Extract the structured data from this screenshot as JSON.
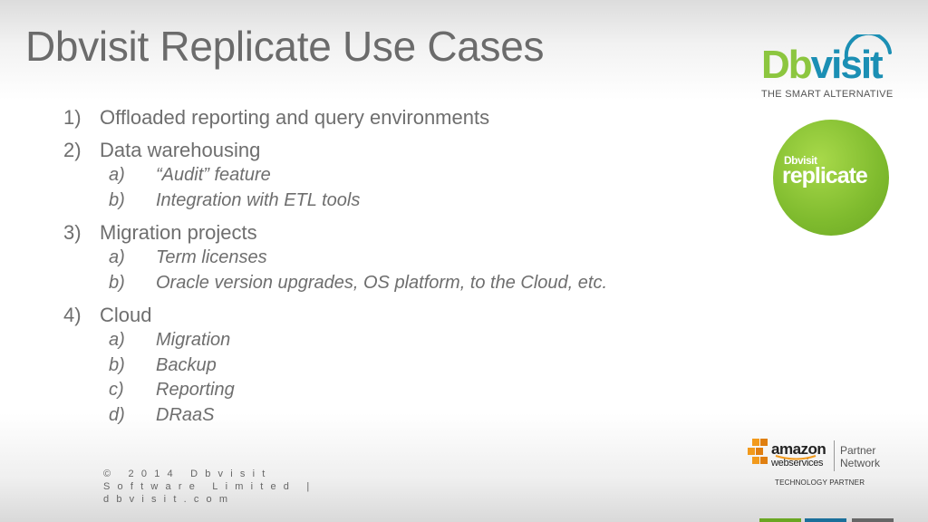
{
  "slide": {
    "title": "Dbvisit Replicate Use Cases",
    "items": [
      {
        "num": "1)",
        "text": "Offloaded reporting and query environments",
        "subs": []
      },
      {
        "num": "2)",
        "text": "Data warehousing",
        "subs": [
          {
            "letter": "a)",
            "text": "“Audit” feature"
          },
          {
            "letter": "b)",
            "text": "Integration with ETL tools"
          }
        ]
      },
      {
        "num": "3)",
        "text": "Migration projects",
        "subs": [
          {
            "letter": "a)",
            "text": "Term licenses"
          },
          {
            "letter": "b)",
            "text": "Oracle version upgrades, OS platform, to the Cloud, etc."
          }
        ]
      },
      {
        "num": "4)",
        "text": "Cloud",
        "subs": [
          {
            "letter": "a)",
            "text": "Migration"
          },
          {
            "letter": "b)",
            "text": "Backup"
          },
          {
            "letter": "c)",
            "text": "Reporting"
          },
          {
            "letter": "d)",
            "text": "DRaaS"
          }
        ]
      }
    ]
  },
  "logo": {
    "word_db": "Db",
    "word_visit": "visit",
    "tagline": "THE SMART ALTERNATIVE",
    "brand_green": "#8cc63f",
    "brand_blue": "#1b8fb4"
  },
  "badge": {
    "small": "Dbvisit",
    "big": "replicate",
    "color": "#7fbb2e"
  },
  "aws": {
    "amazon": "amazon",
    "webservices": "webservices",
    "partner_line1": "Partner",
    "partner_line2": "Network",
    "tech": "TECHNOLOGY PARTNER",
    "cube_color": "#f29a1c"
  },
  "footer": {
    "line1": "© 2014 Dbvisit",
    "line2": "Software Limited |",
    "line3": "dbvisit.com"
  }
}
